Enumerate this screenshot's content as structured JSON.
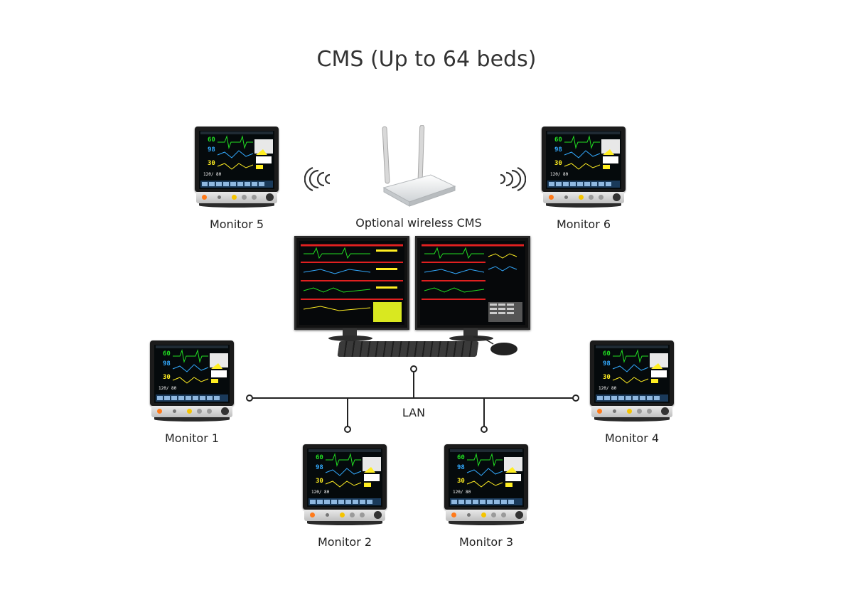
{
  "title": "CMS (Up to 64 beds)",
  "router_label": "Optional wireless CMS",
  "network_label": "LAN",
  "monitors": {
    "m1": "Monitor 1",
    "m2": "Monitor 2",
    "m3": "Monitor 3",
    "m4": "Monitor 4",
    "m5": "Monitor 5",
    "m6": "Monitor 6"
  },
  "vitals": {
    "hr": "60",
    "spo2": "98",
    "resp": "30",
    "nibp": "120/ 80"
  },
  "colors": {
    "hr": "#22dd22",
    "spo2": "#33aaff",
    "resp": "#ffee22",
    "alarm": "#e02020",
    "line": "#222222"
  }
}
